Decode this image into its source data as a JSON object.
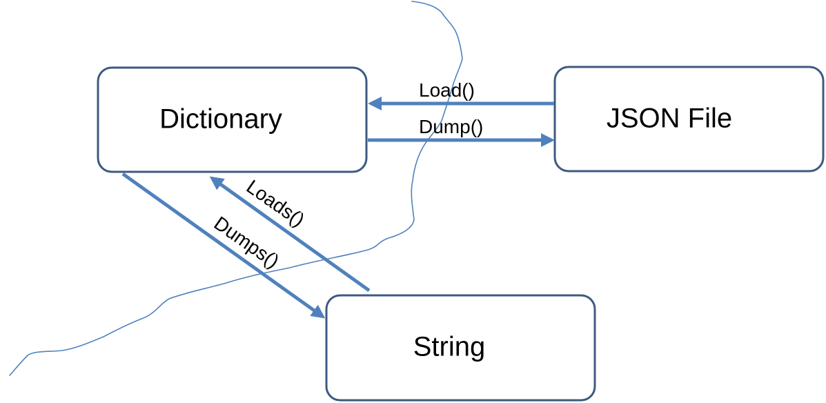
{
  "colors": {
    "node_stroke": "#3d5a80",
    "arrow": "#4f81bd",
    "text": "#000000",
    "background": "#ffffff"
  },
  "nodes": {
    "dictionary": {
      "label": "Dictionary"
    },
    "json_file": {
      "label": "JSON File"
    },
    "string": {
      "label": "String"
    }
  },
  "edges": {
    "load": {
      "label": "Load()",
      "from": "JSON File",
      "to": "Dictionary"
    },
    "dump": {
      "label": "Dump()",
      "from": "Dictionary",
      "to": "JSON File"
    },
    "loads": {
      "label": "Loads()",
      "from": "String",
      "to": "Dictionary"
    },
    "dumps": {
      "label": "Dumps()",
      "from": "Dictionary",
      "to": "String"
    }
  }
}
